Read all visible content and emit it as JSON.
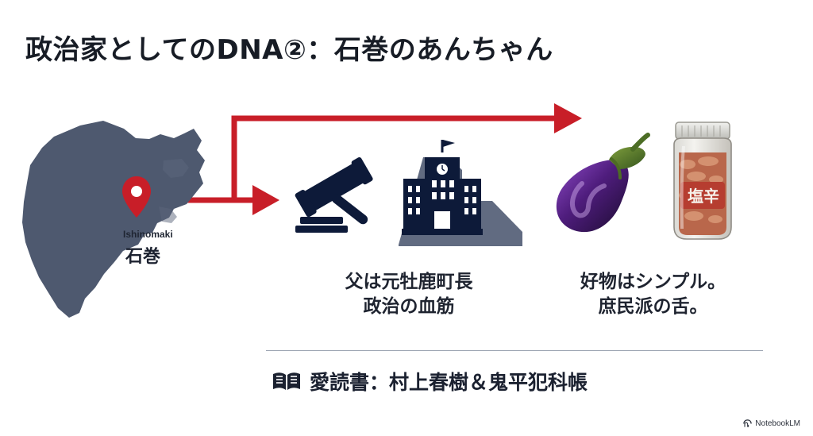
{
  "slide": {
    "title": "政治家としてのDNA②：石巻のあんちゃん",
    "location": {
      "romaji": "Ishinomaki",
      "name": "石巻"
    },
    "background_caption": {
      "line1": "父は元牡鹿町長",
      "line2": "政治の血筋"
    },
    "preference_caption": {
      "line1": "好物はシンプル。",
      "line2": "庶民派の舌。"
    },
    "jar_label": "塩辛",
    "favorite_books": "愛読書：村上春樹＆鬼平犯科帳",
    "brand": "NotebookLM"
  },
  "colors": {
    "accent_red": "#c81e28",
    "navy": "#19233f",
    "map_gray": "#4e596f",
    "text_dark": "#171c25"
  },
  "icons": {
    "location": "map-pin-icon",
    "gavel": "gavel-icon",
    "building": "town-hall-icon",
    "eggplant": "eggplant-icon",
    "jar": "salted-squid-jar-icon",
    "book": "open-book-icon",
    "brand": "notebooklm-icon"
  }
}
